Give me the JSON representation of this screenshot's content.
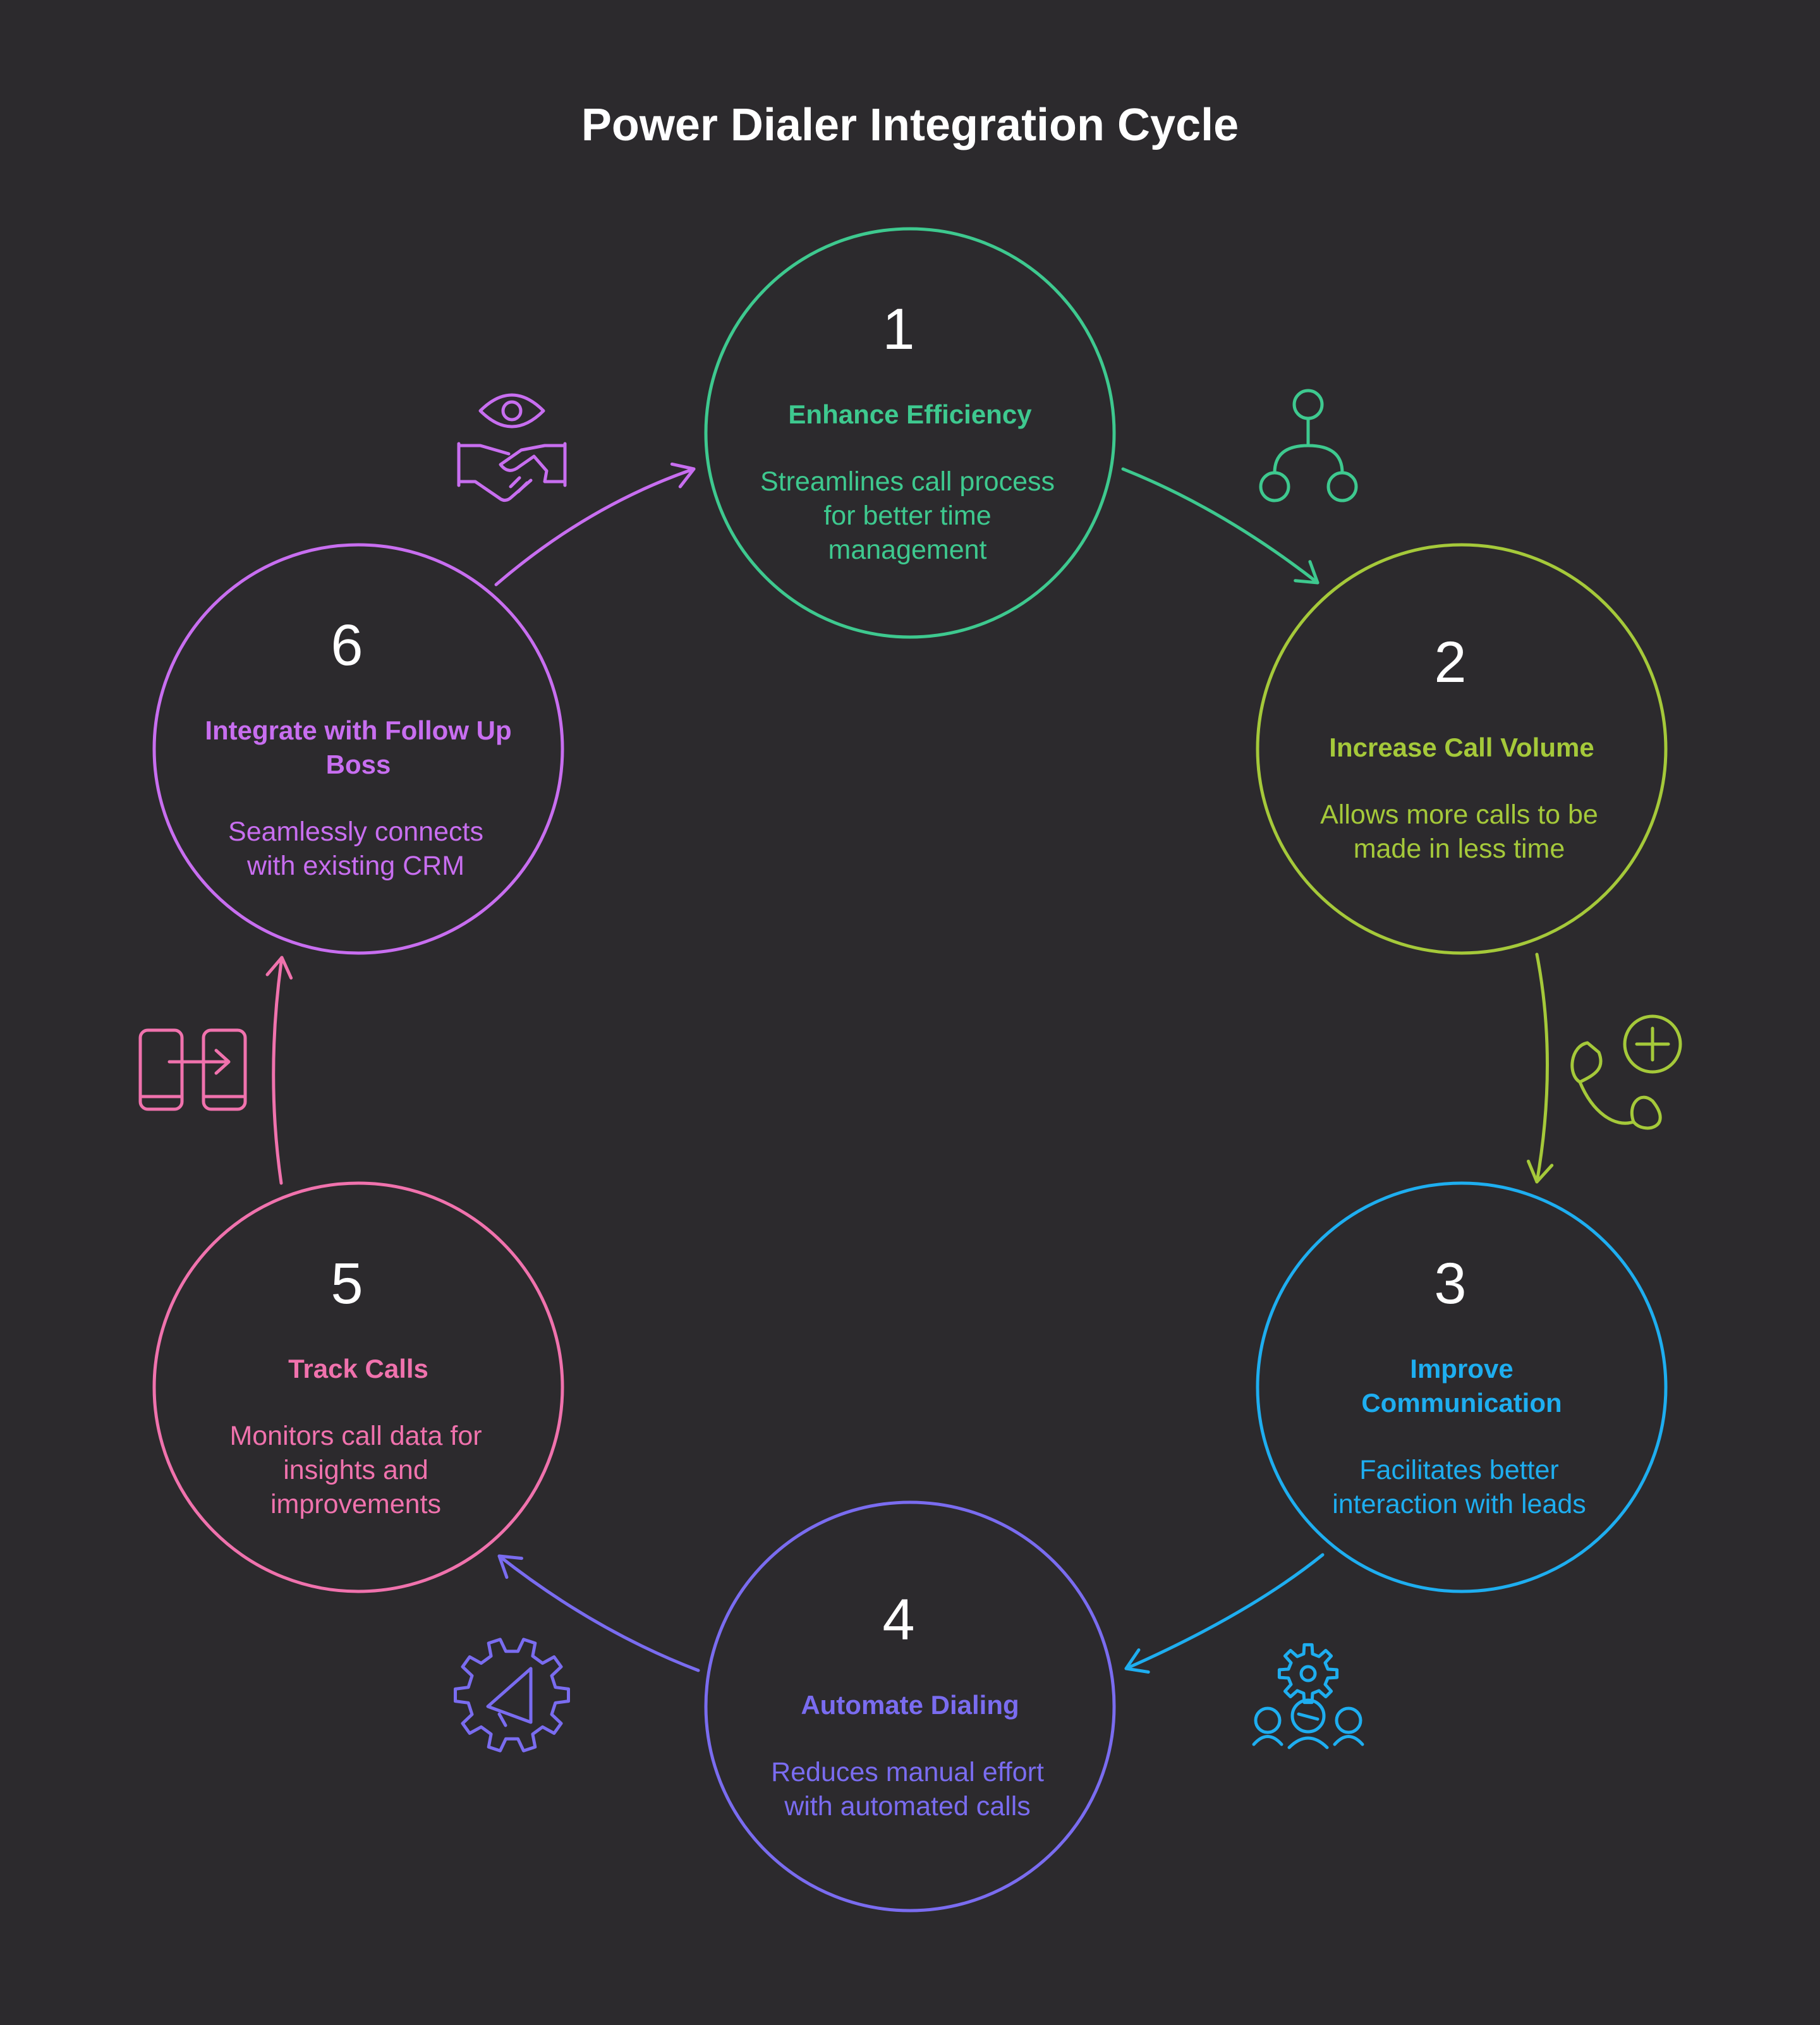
{
  "title": "Power Dialer Integration Cycle",
  "steps": [
    {
      "number": "1",
      "heading": [
        "Enhance Efficiency"
      ],
      "description": [
        "Streamlines call process",
        "for better time",
        "management"
      ],
      "color": "#3ec98f",
      "icon": "hierarchy-icon"
    },
    {
      "number": "2",
      "heading": [
        "Increase Call Volume"
      ],
      "description": [
        "Allows more calls to be",
        "made in less time"
      ],
      "color": "#a5c93a",
      "icon": "phone-plus-icon"
    },
    {
      "number": "3",
      "heading": [
        "Improve",
        "Communication"
      ],
      "description": [
        "Facilitates better",
        "interaction with leads"
      ],
      "color": "#1eaef0",
      "icon": "team-gear-icon"
    },
    {
      "number": "4",
      "heading": [
        "Automate Dialing"
      ],
      "description": [
        "Reduces manual effort",
        "with automated calls"
      ],
      "color": "#7a6cf0",
      "icon": "gear-megaphone-icon"
    },
    {
      "number": "5",
      "heading": [
        "Track Calls"
      ],
      "description": [
        "Monitors call data for",
        "insights and",
        "improvements"
      ],
      "color": "#f072ad",
      "icon": "phone-transfer-icon"
    },
    {
      "number": "6",
      "heading": [
        "Integrate with Follow Up",
        "Boss"
      ],
      "description": [
        "Seamlessly connects",
        "with existing CRM"
      ],
      "color": "#c86ef0",
      "icon": "handshake-eye-icon"
    }
  ]
}
